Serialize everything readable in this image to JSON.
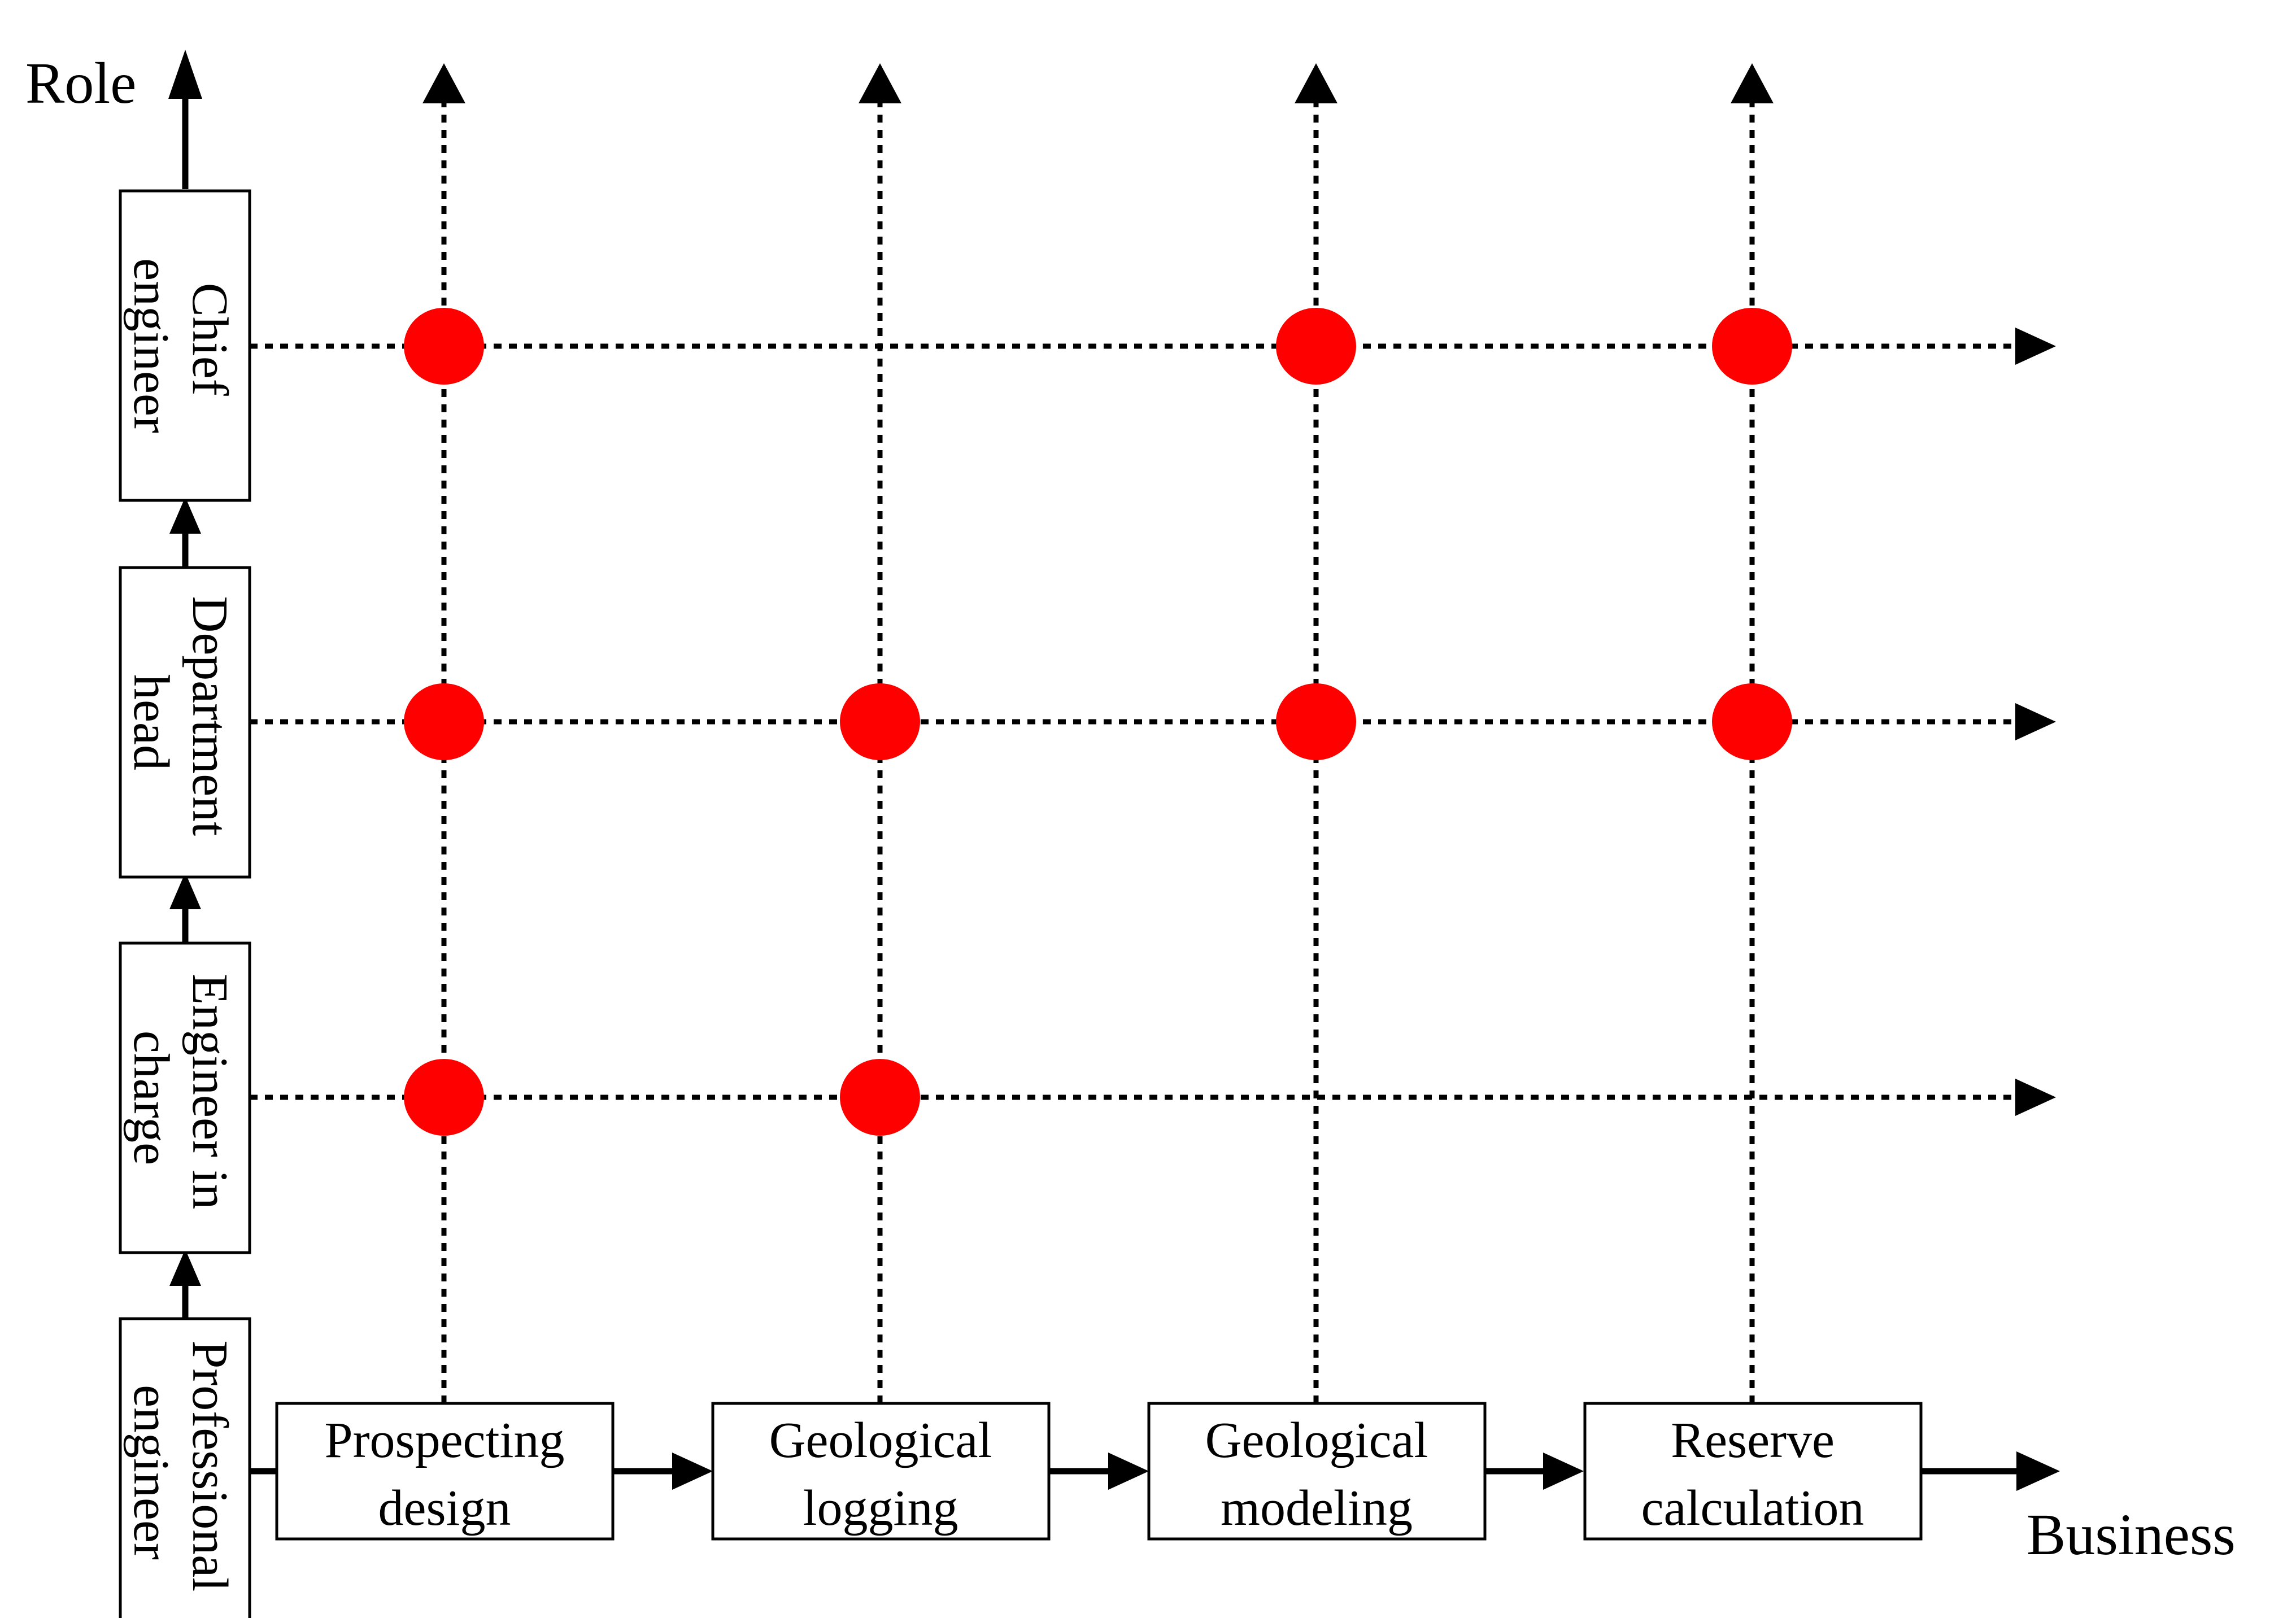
{
  "axes": {
    "y_label": "Role",
    "x_label": "Business"
  },
  "roles": [
    {
      "id": "professional-engineer",
      "lines": [
        "Professional",
        "engineer"
      ]
    },
    {
      "id": "engineer-in-charge",
      "lines": [
        "Engineer in",
        "charge"
      ]
    },
    {
      "id": "department-head",
      "lines": [
        "Department",
        "head"
      ]
    },
    {
      "id": "chief-engineer",
      "lines": [
        "Chief",
        "engineer"
      ]
    }
  ],
  "business_steps": [
    {
      "id": "prospecting-design",
      "lines": [
        "Prospecting",
        "design"
      ]
    },
    {
      "id": "geological-logging",
      "lines": [
        "Geological",
        "logging"
      ]
    },
    {
      "id": "geological-modeling",
      "lines": [
        "Geological",
        "modeling"
      ]
    },
    {
      "id": "reserve-calculation",
      "lines": [
        "Reserve",
        "calculation"
      ]
    }
  ],
  "marked_cells": [
    {
      "role": "chief-engineer",
      "step": "prospecting-design"
    },
    {
      "role": "chief-engineer",
      "step": "geological-modeling"
    },
    {
      "role": "chief-engineer",
      "step": "reserve-calculation"
    },
    {
      "role": "department-head",
      "step": "prospecting-design"
    },
    {
      "role": "department-head",
      "step": "geological-logging"
    },
    {
      "role": "department-head",
      "step": "geological-modeling"
    },
    {
      "role": "department-head",
      "step": "reserve-calculation"
    },
    {
      "role": "engineer-in-charge",
      "step": "prospecting-design"
    },
    {
      "role": "engineer-in-charge",
      "step": "geological-logging"
    }
  ],
  "colors": {
    "marker": "#ff0000",
    "line": "#000000",
    "background": "#ffffff"
  }
}
